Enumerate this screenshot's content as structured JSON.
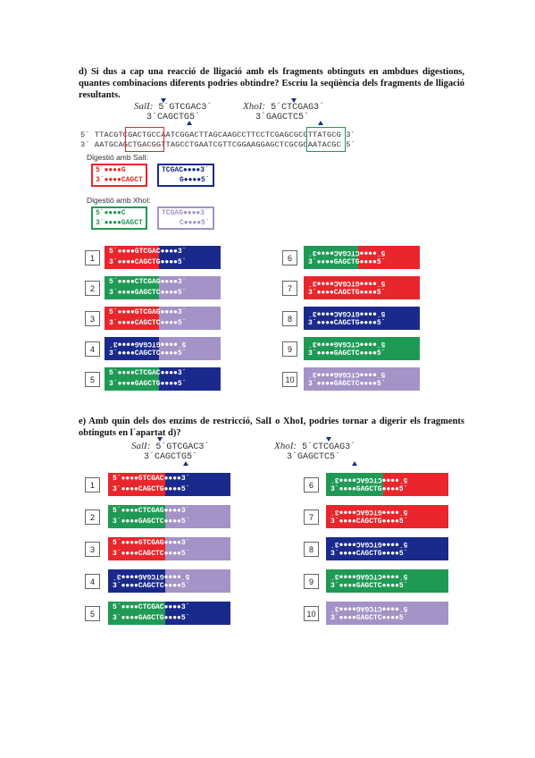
{
  "question_d": "d) Si dus a cap una reacció de lligació amb els fragments obtinguts en ambdues digestions, quantes combinacions diferents podries obtindre? Escriu la seqüència dels fragments de lligació resultants.",
  "question_e": "e) Amb quin dels dos enzims de restricció, SalI o XhoI, podries tornar a digerir els fragments obtinguts en l´apartat d)?",
  "enzymes": {
    "sal_name": "SalI:",
    "sal_top": "5´GTCGAC3´",
    "sal_bottom": "3´CAGCTG5´",
    "xho_name": "XhoI:",
    "xho_top": "5´CTCGAG3´",
    "xho_bottom": "3´GAGCTC5´"
  },
  "sequence": {
    "top": "5´ TTACGTCGACTGCCAATCGGACTTAGCAAGCCTTCCTCGAGCGCGTTATGCG 3´",
    "bottom": "3´ AATGCAGCTGACGGTTAGCCTGAATCGTTCGGAAGGAGCTCGCGCAATACGC 5´"
  },
  "digest_sal_label": "Digestió amb SalI:",
  "digest_xho_label": "Digestió amb XhoI:",
  "digest_frags": {
    "sal_left_top": "5´●●●●G",
    "sal_left_bottom": "3´●●●●CAGCT",
    "sal_right_top": "TCGAC●●●●3´",
    "sal_right_bottom": "G●●●●5´",
    "xho_left_top": "5´●●●●C",
    "xho_left_bottom": "3´●●●●GAGCT",
    "xho_right_top": "TCGAG●●●●3´",
    "xho_right_bottom": "C●●●●5´"
  },
  "numbers": [
    "1",
    "2",
    "3",
    "4",
    "5",
    "6",
    "7",
    "8",
    "9",
    "10"
  ],
  "combos": [
    {
      "top": "5´●●●●GTCGAC●●●●3´",
      "bottom": "3´●●●●CAGCTG●●●●5´",
      "flip": false,
      "left": "#e8262c",
      "right": "#1a2a8c"
    },
    {
      "top": "5´●●●●CTCGAG●●●●3´",
      "bottom": "3´●●●●GAGCTC●●●●5´",
      "flip": false,
      "left": "#1f9a55",
      "right": "#a393c7"
    },
    {
      "top": "5´●●●●GTCGAG●●●●3´",
      "bottom": "3´●●●●CAGCTC●●●●5´",
      "flip": false,
      "left": "#e8262c",
      "right": "#a393c7"
    },
    {
      "top": "5´●●●●GTCGAG●●●●3´",
      "bottom": "3´●●●●CAGCTC●●●●5´",
      "flip": true,
      "left": "#1a2a8c",
      "right": "#a393c7"
    },
    {
      "top": "5´●●●●CTCGAC●●●●3´",
      "bottom": "3´●●●●GAGCTG●●●●5´",
      "flip": false,
      "left": "#1f9a55",
      "right": "#1a2a8c"
    },
    {
      "top": "5´●●●●CTCGAC●●●●3´",
      "bottom": "3´●●●●GAGCTG●●●●5´",
      "flip": true,
      "left": "#1f9a55",
      "right": "#e8262c"
    },
    {
      "top": "5´●●●●GTCGAC●●●●3´",
      "bottom": "3´●●●●CAGCTG●●●●5´",
      "flip": true,
      "left": "#e8262c",
      "right": "#e8262c"
    },
    {
      "top": "5´●●●●GTCGAC●●●●3´",
      "bottom": "3´●●●●CAGCTG●●●●5´",
      "flip": true,
      "left": "#1a2a8c",
      "right": "#1a2a8c"
    },
    {
      "top": "5´●●●●CTCGAG●●●●3´",
      "bottom": "3´●●●●GAGCTC●●●●5´",
      "flip": true,
      "left": "#1f9a55",
      "right": "#1f9a55"
    },
    {
      "top": "5´●●●●CTCGAG●●●●3´",
      "bottom": "3´●●●●GAGCTC●●●●5´",
      "flip": true,
      "left": "#a393c7",
      "right": "#a393c7"
    }
  ]
}
